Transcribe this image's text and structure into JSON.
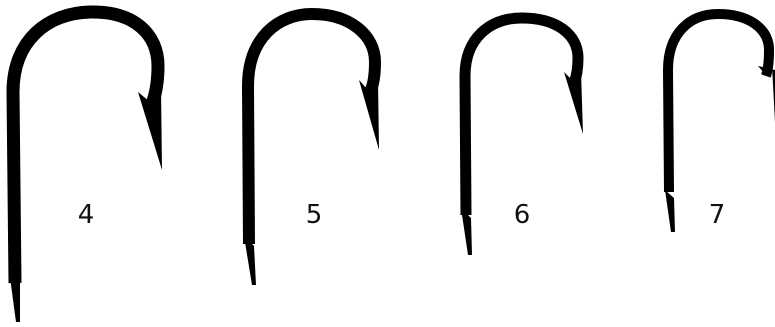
{
  "ink_color": "#000000",
  "background_color": "#ffffff",
  "hooks": [
    {
      "size_label": "4"
    },
    {
      "size_label": "5"
    },
    {
      "size_label": "6"
    },
    {
      "size_label": "7"
    }
  ]
}
